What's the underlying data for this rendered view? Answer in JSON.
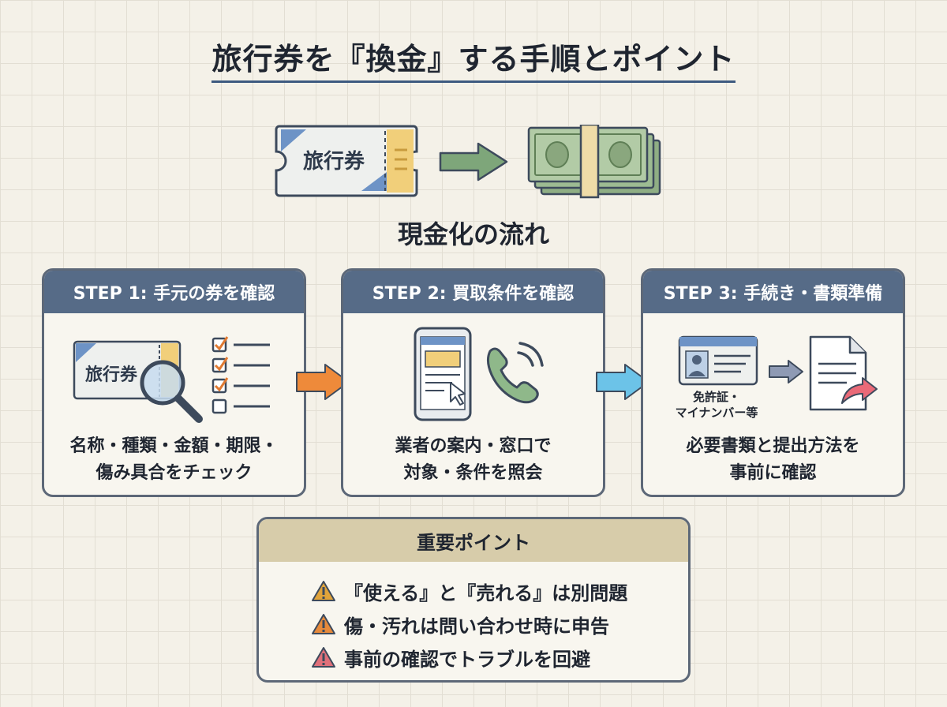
{
  "header": {
    "title": "旅行券を『換金』する手順とポイント"
  },
  "hero": {
    "ticket_label": "旅行券",
    "caption": "現金化の流れ"
  },
  "steps": [
    {
      "title": "STEP 1: 手元の券を確認",
      "ticket_label": "旅行券",
      "lines": [
        "名称・種類・金額・期限・",
        "傷み具合をチェック"
      ]
    },
    {
      "title": "STEP 2: 買取条件を確認",
      "lines": [
        "業者の案内・窓口で",
        "対象・条件を照会"
      ]
    },
    {
      "title": "STEP 3: 手続き・書類準備",
      "doc_label": [
        "免許証・",
        "マイナンバー等"
      ],
      "lines": [
        "必要書類と提出方法を",
        "事前に確認"
      ]
    }
  ],
  "points": {
    "title": "重要ポイント",
    "items": [
      {
        "text": "『使える』と『売れる』は別問題",
        "color": "#e0a33a"
      },
      {
        "text": "傷・汚れは問い合わせ時に申告",
        "color": "#e68a3c"
      },
      {
        "text": "事前の確認でトラブルを回避",
        "color": "#e0707a"
      }
    ]
  },
  "colors": {
    "accent": "#3d5a80",
    "header": "#566b87",
    "point_header": "#d7ccaa"
  }
}
